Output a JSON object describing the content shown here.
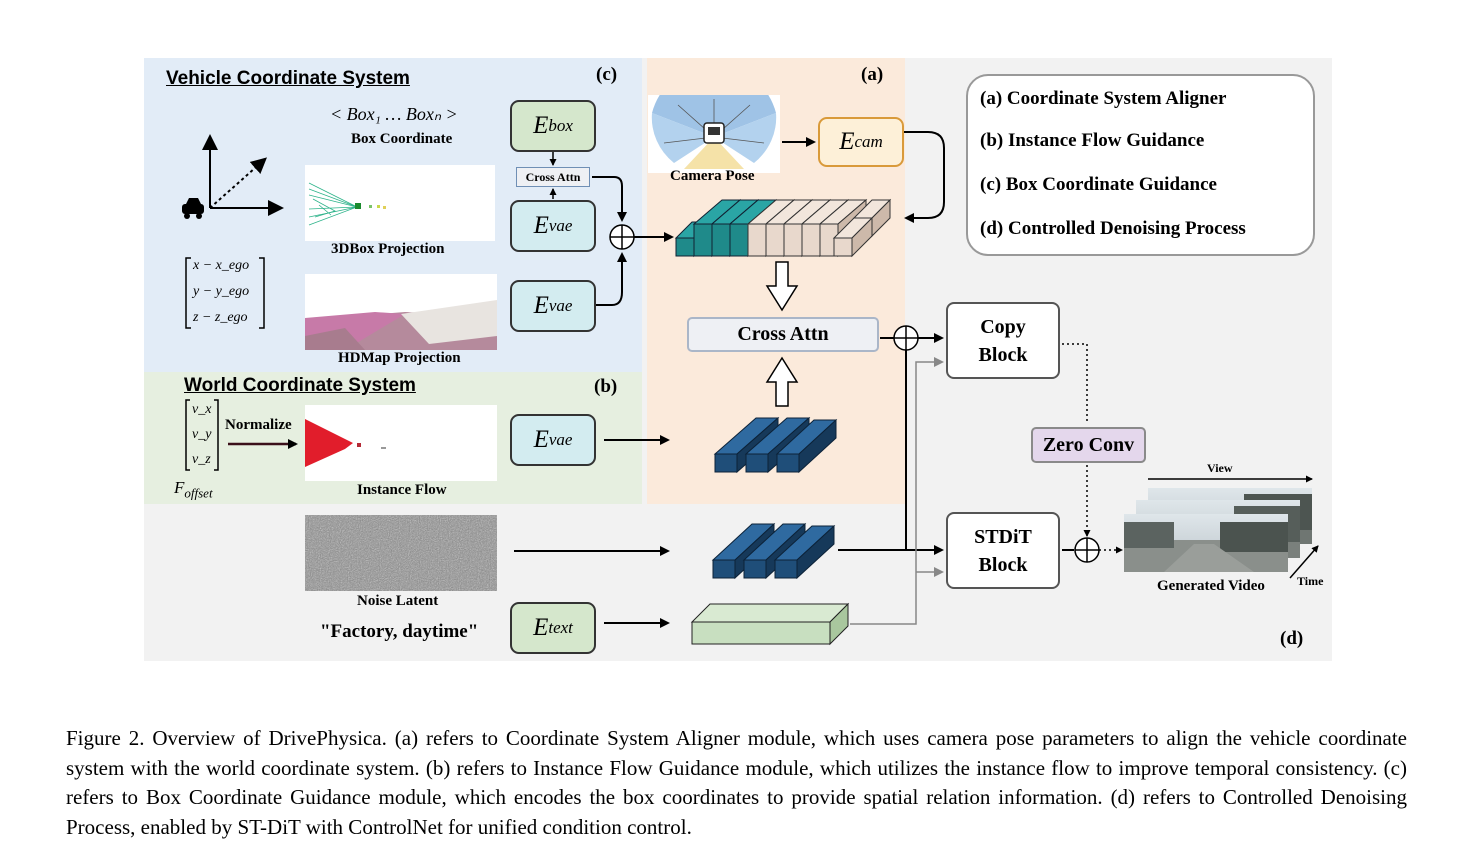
{
  "regions": {
    "c": {
      "title": "Vehicle Coordinate System",
      "tag": "(c)"
    },
    "b": {
      "title": "World Coordinate System",
      "tag": "(b)"
    },
    "a": {
      "tag": "(a)"
    },
    "d": {
      "tag": "(d)"
    }
  },
  "legend": {
    "items": [
      "(a) Coordinate System Aligner",
      "(b) Instance Flow Guidance",
      "(c) Box Coordinate Guidance",
      "(d) Controlled Denoising Process"
    ]
  },
  "labels": {
    "box_sequence": "< Box₁ … Boxₙ >",
    "box_coordinate": "Box Coordinate",
    "box3d_projection": "3DBox Projection",
    "hdmap_projection": "HDMap Projection",
    "camera_pose": "Camera Pose",
    "instance_flow": "Instance Flow",
    "normalize": "Normalize",
    "f_offset_base": "F",
    "f_offset_sub": "offset",
    "noise_latent": "Noise Latent",
    "prompt": "\"Factory, daytime\"",
    "generated_video": "Generated Video",
    "view": "View",
    "time": "Time"
  },
  "vectors": {
    "ego_offset": [
      "x − x_ego",
      "y − y_ego",
      "z − z_ego"
    ],
    "velocity": [
      "v_x",
      "v_y",
      "v_z"
    ]
  },
  "encoders": {
    "box": {
      "base": "E",
      "sub": "box"
    },
    "vae": {
      "base": "E",
      "sub": "vae"
    },
    "cam": {
      "base": "E",
      "sub": "cam"
    },
    "text": {
      "base": "E",
      "sub": "text"
    }
  },
  "modules": {
    "cross_attn_small": "Cross Attn",
    "cross_attn": "Cross Attn",
    "copy_block": "Copy Block",
    "zero_conv": "Zero Conv",
    "stdit_block": "STDiT Block"
  },
  "caption": "Figure 2.  Overview of DrivePhysica.  (a) refers to Coordinate System Aligner module, which uses camera pose parameters to align the vehicle coordinate system with the world coordinate system. (b) refers to Instance Flow Guidance module, which utilizes the instance flow to improve temporal consistency.  (c) refers to Box Coordinate Guidance module, which encodes the box coordinates to provide spatial relation information. (d) refers to Controlled Denoising Process, enabled by ST-DiT with ControlNet for unified condition control.",
  "colors": {
    "region_c": "#e2ecf7",
    "region_b": "#e6efe0",
    "region_a": "#fbeadb",
    "region_d": "#f2f2f2",
    "teal_feature": "#1f8a8a",
    "beige_feature": "#e8d8cc",
    "navy_feature": "#1f4e79",
    "green_feature": "#c8dfc0",
    "zero_conv": "#e4d7ec"
  }
}
